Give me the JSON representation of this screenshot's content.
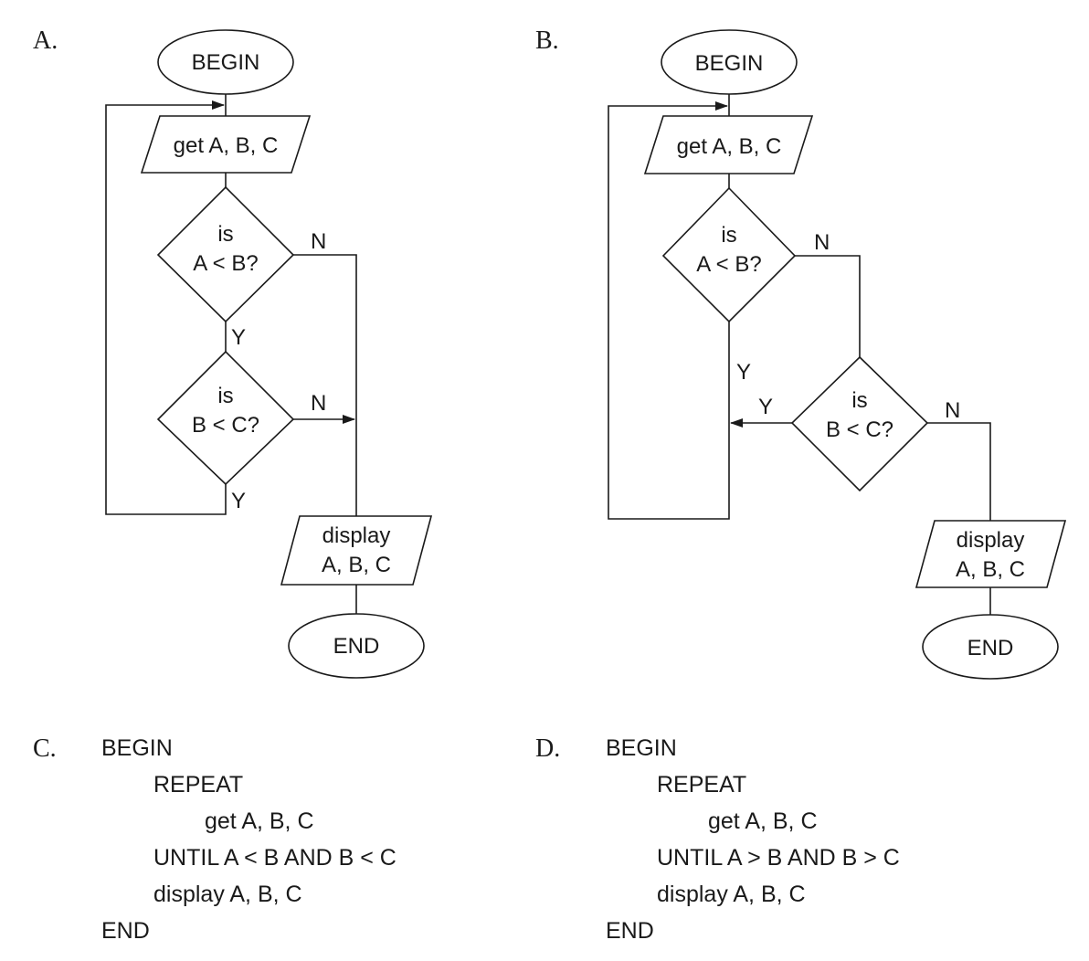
{
  "options": {
    "a": {
      "label": "A.",
      "begin": "BEGIN",
      "input": "get A, B, C",
      "decision1": [
        "is",
        "A < B?"
      ],
      "decision2": [
        "is",
        "B < C?"
      ],
      "yes": "Y",
      "no": "N",
      "output": [
        "display",
        "A, B, C"
      ],
      "end": "END"
    },
    "b": {
      "label": "B.",
      "begin": "BEGIN",
      "input": "get A, B, C",
      "decision1": [
        "is",
        "A < B?"
      ],
      "decision2": [
        "is",
        "B < C?"
      ],
      "yes": "Y",
      "no": "N",
      "output": [
        "display",
        "A, B, C"
      ],
      "end": "END"
    },
    "c": {
      "label": "C.",
      "lines": [
        "BEGIN",
        "REPEAT",
        "get A, B, C",
        "UNTIL A < B AND B < C",
        "display A, B, C",
        "END"
      ]
    },
    "d": {
      "label": "D.",
      "lines": [
        "BEGIN",
        "REPEAT",
        "get A, B, C",
        "UNTIL A > B AND B > C",
        "display A, B, C",
        "END"
      ]
    }
  }
}
